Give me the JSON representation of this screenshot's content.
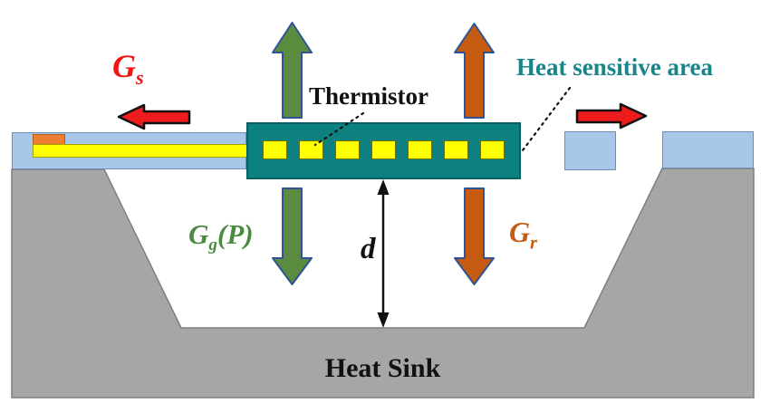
{
  "figure": {
    "title": "Thermistor-on-membrane thermal conductance diagram",
    "labels": {
      "thermistor": "Thermistor",
      "heat_sensitive_area": "Heat sensitive area",
      "heat_sink": "Heat Sink",
      "gap_dimension": "d",
      "g_support": {
        "main": "G",
        "sub": "s"
      },
      "g_gas": {
        "main": "G",
        "sub": "g",
        "suffix": "(P)"
      },
      "g_radiation": {
        "main": "G",
        "sub": "r"
      }
    },
    "thermistor": {
      "dash_count": 7
    },
    "colors": {
      "background": "#ffffff",
      "heat_sink_gray": "#a6a6a6",
      "heat_sink_edge": "#7f7f7f",
      "membrane_blue": "#a9c7e8",
      "membrane_blue_edge": "#6d8eb5",
      "thermistor_teal": "#0c8180",
      "thermistor_teal_edge": "#066060",
      "electrode_yellow": "#ffff00",
      "pad_orange": "#ed7d31",
      "arrow_green": "#5b8b3f",
      "arrow_orange": "#c55a11",
      "arrow_red": "#ee1c1c",
      "arrow_outline_navy": "#2f5496",
      "arrow_outline_black": "#111111",
      "leader_line_black": "#111111",
      "label_red": "#f01414",
      "label_green": "#4a8c3f",
      "label_orange": "#c55a11",
      "label_teal": "#17868b",
      "label_black": "#111111"
    }
  }
}
